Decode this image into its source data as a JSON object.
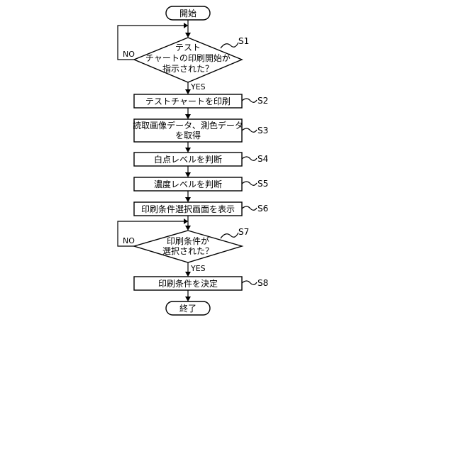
{
  "flowchart": {
    "start": "開始",
    "end": "終了",
    "s1": {
      "label": "S1",
      "lines": [
        "テスト",
        "チャートの印刷開始が",
        "指示された？"
      ],
      "yes": "YES",
      "no": "NO"
    },
    "s2": {
      "label": "S2",
      "text": "テストチャートを印刷"
    },
    "s3": {
      "label": "S3",
      "lines": [
        "読取画像データ、測色データ",
        "を取得"
      ]
    },
    "s4": {
      "label": "S4",
      "text": "白点レベルを判断"
    },
    "s5": {
      "label": "S5",
      "text": "濃度レベルを判断"
    },
    "s6": {
      "label": "S6",
      "text": "印刷条件選択画面を表示"
    },
    "s7": {
      "label": "S7",
      "lines": [
        "印刷条件が",
        "選択された？"
      ],
      "yes": "YES",
      "no": "NO"
    },
    "s8": {
      "label": "S8",
      "text": "印刷条件を決定"
    }
  }
}
